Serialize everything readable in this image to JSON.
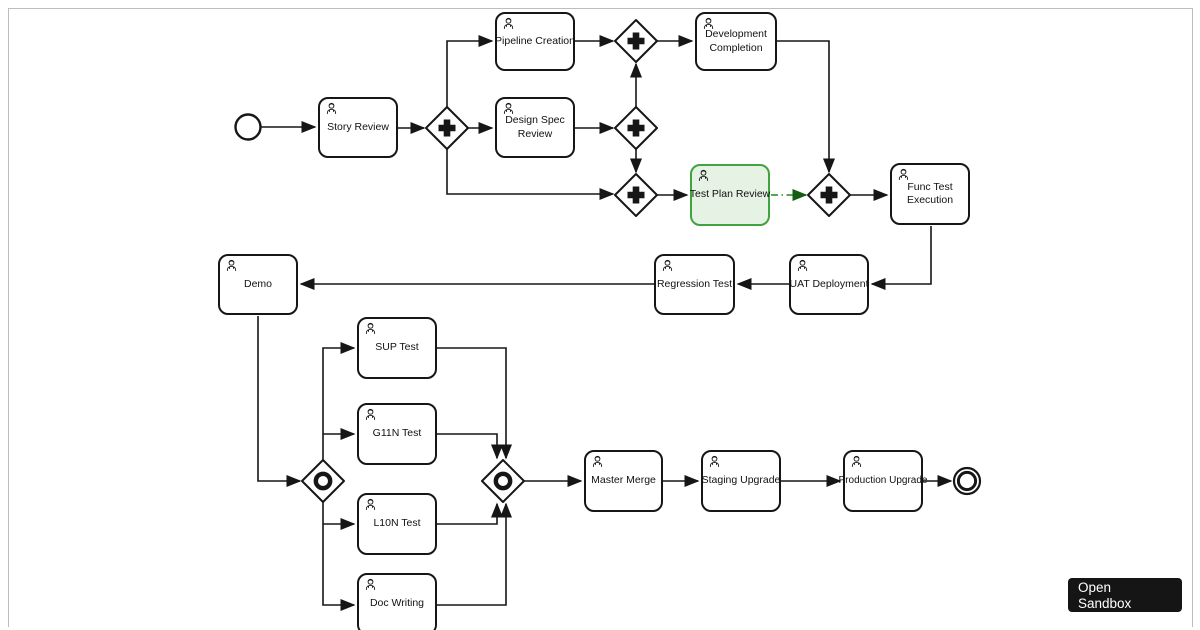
{
  "app": {
    "view_title": "BPMN release process diagram",
    "sandbox_button": {
      "label": "Open Sandbox",
      "background": "#151515",
      "text_color": "#ffffff"
    }
  },
  "palette": {
    "node_border": "#161616",
    "node_fill": "#ffffff",
    "highlight_border": "#3fa33f",
    "highlight_fill": "#e6f2e4",
    "connector": "#161616",
    "highlight_connector": "#1f8a1f",
    "frame_border": "#bdbdbd"
  },
  "diagram": {
    "tasks": [
      {
        "id": "pipeline-creation",
        "type": "user-task",
        "label": "Pipeline Creation",
        "highlighted": false
      },
      {
        "id": "development-completion",
        "type": "user-task",
        "label": "Development Completion",
        "highlighted": false
      },
      {
        "id": "story-review",
        "type": "user-task",
        "label": "Story Review",
        "highlighted": false
      },
      {
        "id": "design-spec-review",
        "type": "user-task",
        "label": "Design Spec Review",
        "highlighted": false
      },
      {
        "id": "test-plan-review",
        "type": "user-task",
        "label": "Test Plan Review",
        "highlighted": true
      },
      {
        "id": "func-test-execution",
        "type": "user-task",
        "label": "Func Test Execution",
        "highlighted": false
      },
      {
        "id": "demo",
        "type": "user-task",
        "label": "Demo",
        "highlighted": false
      },
      {
        "id": "regression-test",
        "type": "user-task",
        "label": "Regression Test",
        "highlighted": false
      },
      {
        "id": "uat-deployment",
        "type": "user-task",
        "label": "UAT Deployment",
        "highlighted": false
      },
      {
        "id": "sup-test",
        "type": "user-task",
        "label": "SUP Test",
        "highlighted": false
      },
      {
        "id": "g11n-test",
        "type": "user-task",
        "label": "G11N Test",
        "highlighted": false
      },
      {
        "id": "l10n-test",
        "type": "user-task",
        "label": "L10N Test",
        "highlighted": false
      },
      {
        "id": "doc-writing",
        "type": "user-task",
        "label": "Doc Writing",
        "highlighted": false
      },
      {
        "id": "master-merge",
        "type": "user-task",
        "label": "Master Merge",
        "highlighted": false
      },
      {
        "id": "staging-upgrade",
        "type": "user-task",
        "label": "Staging Upgrade",
        "highlighted": false
      },
      {
        "id": "production-upgrade",
        "type": "user-task",
        "label": "Production Upgrade",
        "highlighted": false
      }
    ],
    "gateways": [
      {
        "id": "gw-split-after-story",
        "type": "parallel"
      },
      {
        "id": "gw-join-before-devcomplete",
        "type": "parallel"
      },
      {
        "id": "gw-after-design-review",
        "type": "parallel"
      },
      {
        "id": "gw-join-before-testplan",
        "type": "parallel"
      },
      {
        "id": "gw-join-before-functest",
        "type": "parallel"
      },
      {
        "id": "gw-split-after-demo",
        "type": "inclusive"
      },
      {
        "id": "gw-join-before-merge",
        "type": "inclusive"
      }
    ],
    "events": [
      {
        "id": "start-event",
        "type": "start"
      },
      {
        "id": "end-event",
        "type": "end"
      }
    ]
  }
}
